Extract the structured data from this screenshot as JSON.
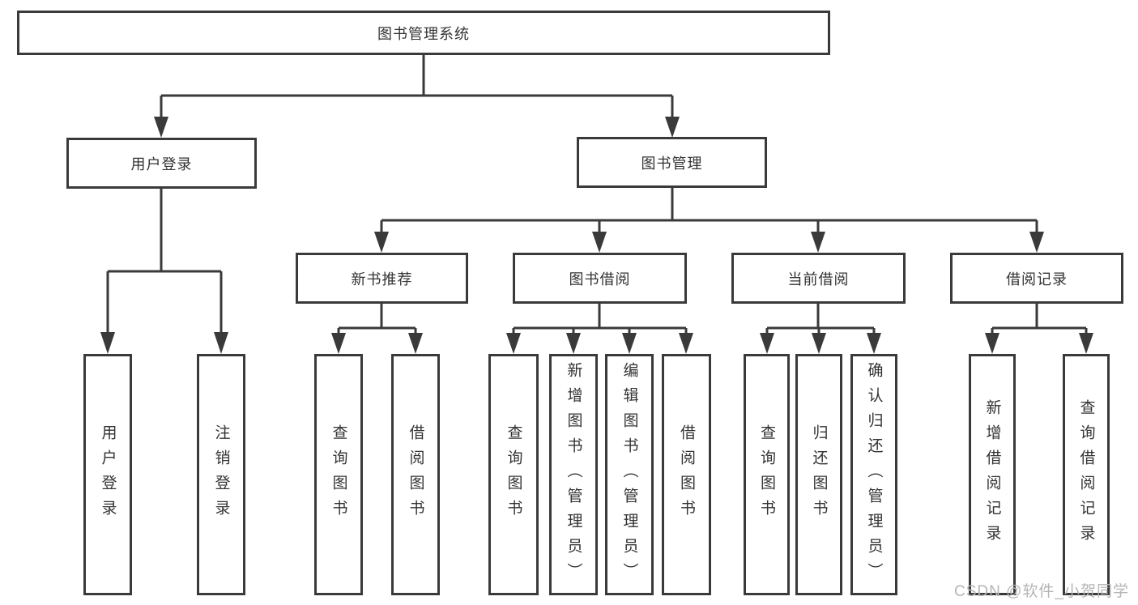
{
  "tree": {
    "label": "图书管理系统",
    "children": [
      {
        "label": "用户登录",
        "children": [
          {
            "label": "用户登录"
          },
          {
            "label": "注销登录"
          }
        ]
      },
      {
        "label": "图书管理",
        "children": [
          {
            "label": "新书推荐",
            "children": [
              {
                "label": "查询图书"
              },
              {
                "label": "借阅图书"
              }
            ]
          },
          {
            "label": "图书借阅",
            "children": [
              {
                "label": "查询图书"
              },
              {
                "label": "新增图书（管理员）"
              },
              {
                "label": "编辑图书（管理员）"
              },
              {
                "label": "借阅图书"
              }
            ]
          },
          {
            "label": "当前借阅",
            "children": [
              {
                "label": "查询图书"
              },
              {
                "label": "归还图书"
              },
              {
                "label": "确认归还（管理员）"
              }
            ]
          },
          {
            "label": "借阅记录",
            "children": [
              {
                "label": "新增借阅记录"
              },
              {
                "label": "查询借阅记录"
              }
            ]
          }
        ]
      }
    ]
  },
  "watermark": {
    "text": "CSDN @软件_小贺同学"
  },
  "colors": {
    "line": "#3a3a3a",
    "text": "#333333",
    "box_background": "#ffffff",
    "watermark": "#b5b5b5",
    "background": "#ffffff"
  }
}
